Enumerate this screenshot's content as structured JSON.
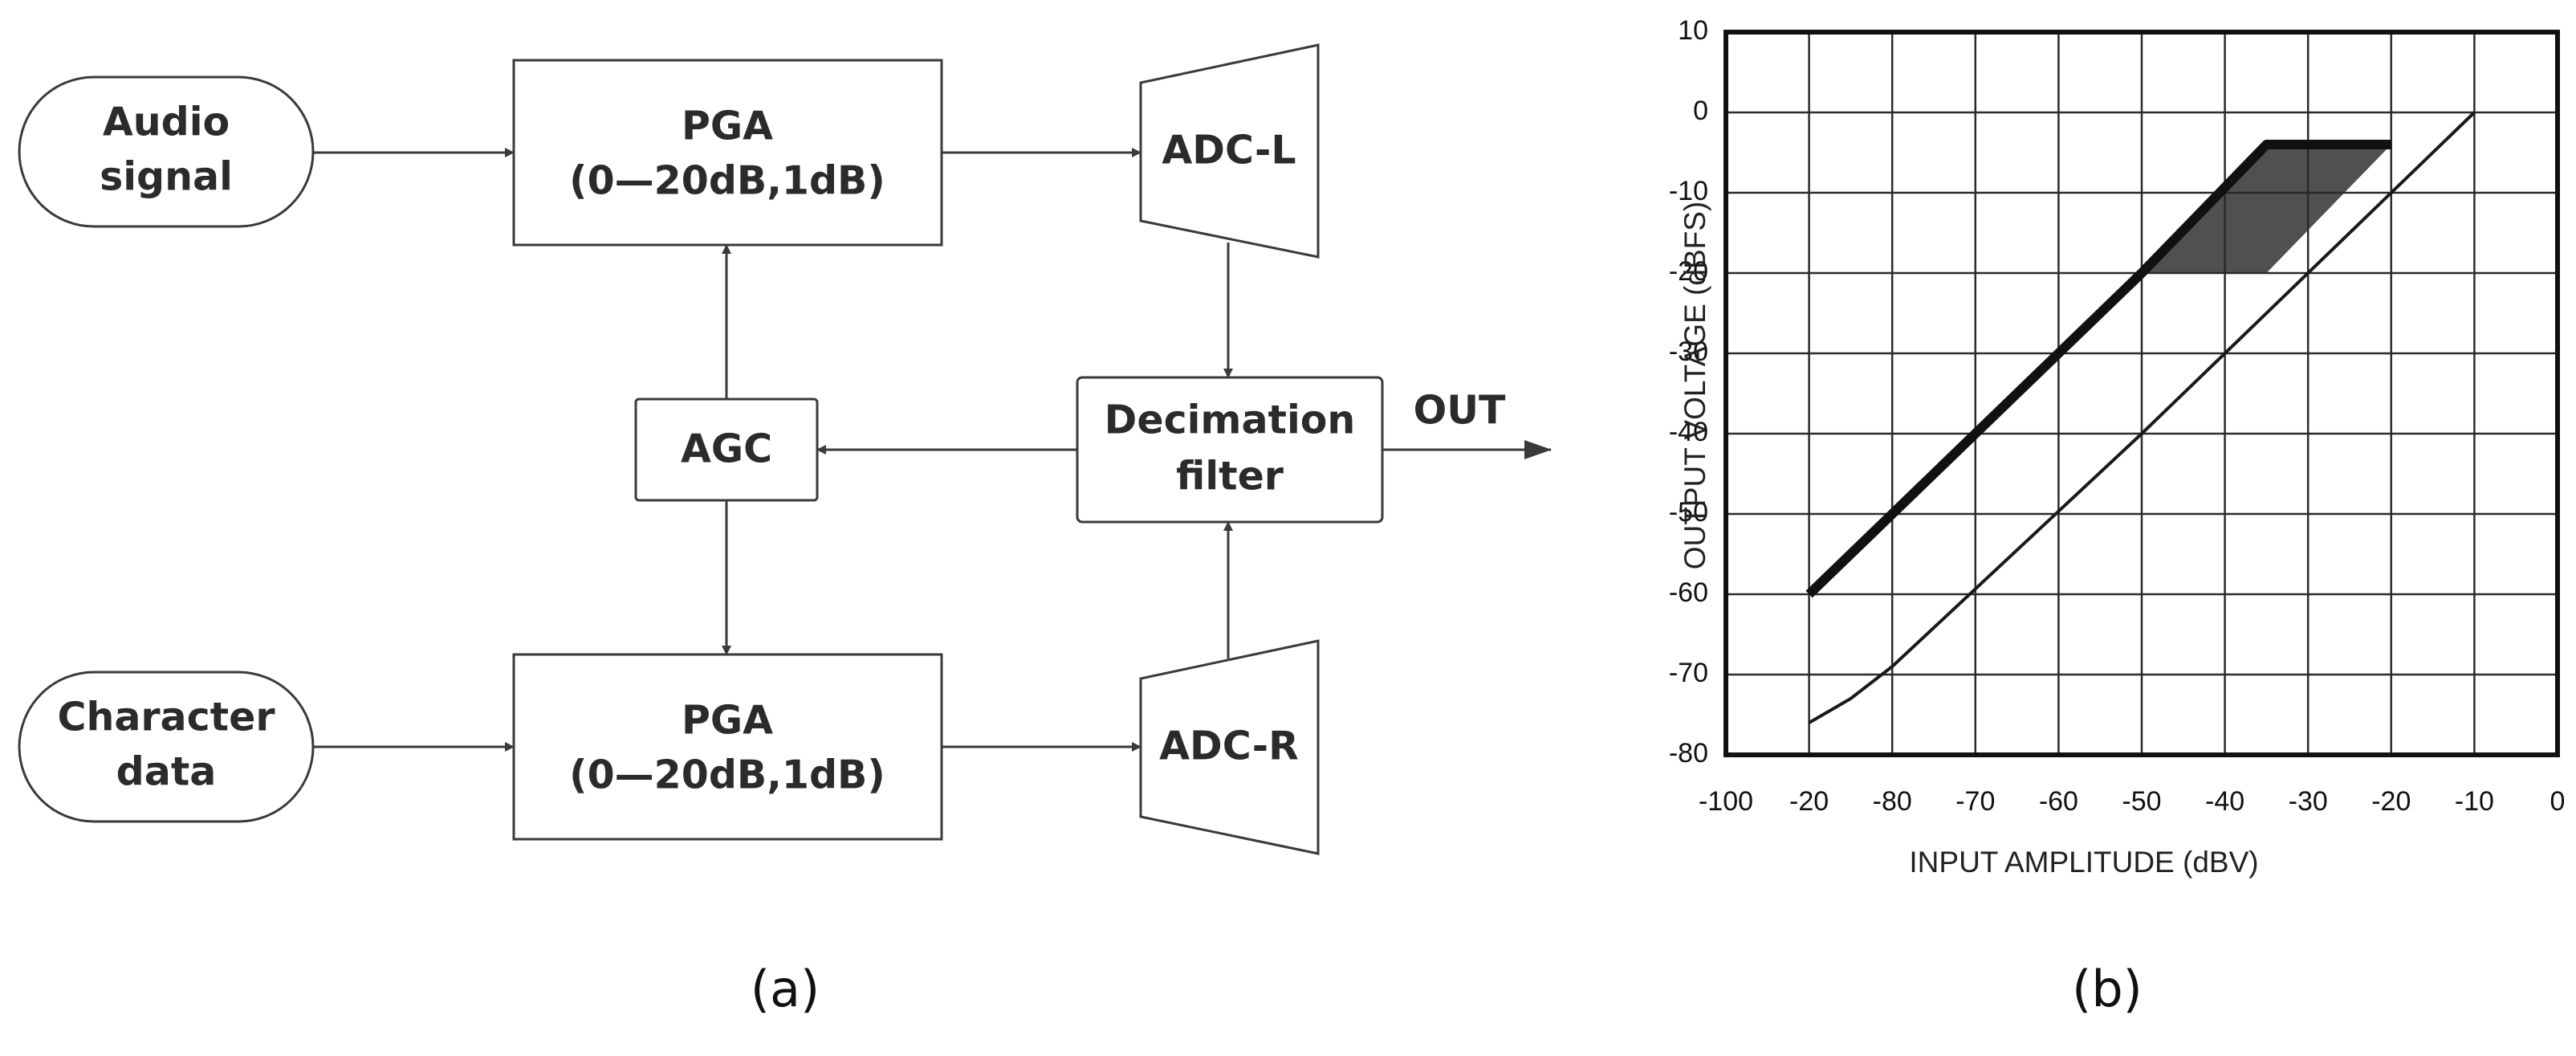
{
  "diagram": {
    "audio_input": [
      "Audio",
      "signal"
    ],
    "character_input": [
      "Character",
      "data"
    ],
    "pga_top": [
      "PGA",
      "(0—20dB,1dB)"
    ],
    "pga_bottom": [
      "PGA",
      "(0—20dB,1dB)"
    ],
    "adc_left": "ADC-L",
    "adc_right": "ADC-R",
    "agc": "AGC",
    "decimation": [
      "Decimation",
      "filter"
    ],
    "out_label": "OUT",
    "caption": "(a)"
  },
  "chart_caption": "(b)",
  "chart_data": {
    "type": "line",
    "title": "",
    "xlabel": "INPUT AMPLITUDE (dBV)",
    "ylabel": "OUTPUT VOLTAGE (dBFS)",
    "xlim": [
      -100,
      0
    ],
    "ylim": [
      -80,
      10
    ],
    "xticks": [
      -100,
      -90,
      -80,
      -70,
      -60,
      -50,
      -40,
      -30,
      -20,
      -10,
      0
    ],
    "xtick_labels": [
      "-100",
      "-20",
      "-80",
      "-70",
      "-60",
      "-50",
      "-40",
      "-30",
      "-20",
      "-10",
      "0"
    ],
    "yticks": [
      10,
      0,
      -10,
      -20,
      -30,
      -40,
      -50,
      -60,
      -70,
      -80
    ],
    "grid": true,
    "series": [
      {
        "style": "thick",
        "x": [
          -90,
          -50,
          -35,
          -20
        ],
        "y": [
          -60,
          -20,
          -4,
          -4
        ]
      },
      {
        "style": "thin",
        "x": [
          -90,
          -85,
          -80,
          -50,
          -10
        ],
        "y": [
          -76,
          -73,
          -69,
          -40,
          0
        ]
      }
    ],
    "shaded_region": {
      "x": [
        -50,
        -35,
        -20,
        -35
      ],
      "y": [
        -20,
        -4,
        -4,
        -20
      ]
    }
  }
}
